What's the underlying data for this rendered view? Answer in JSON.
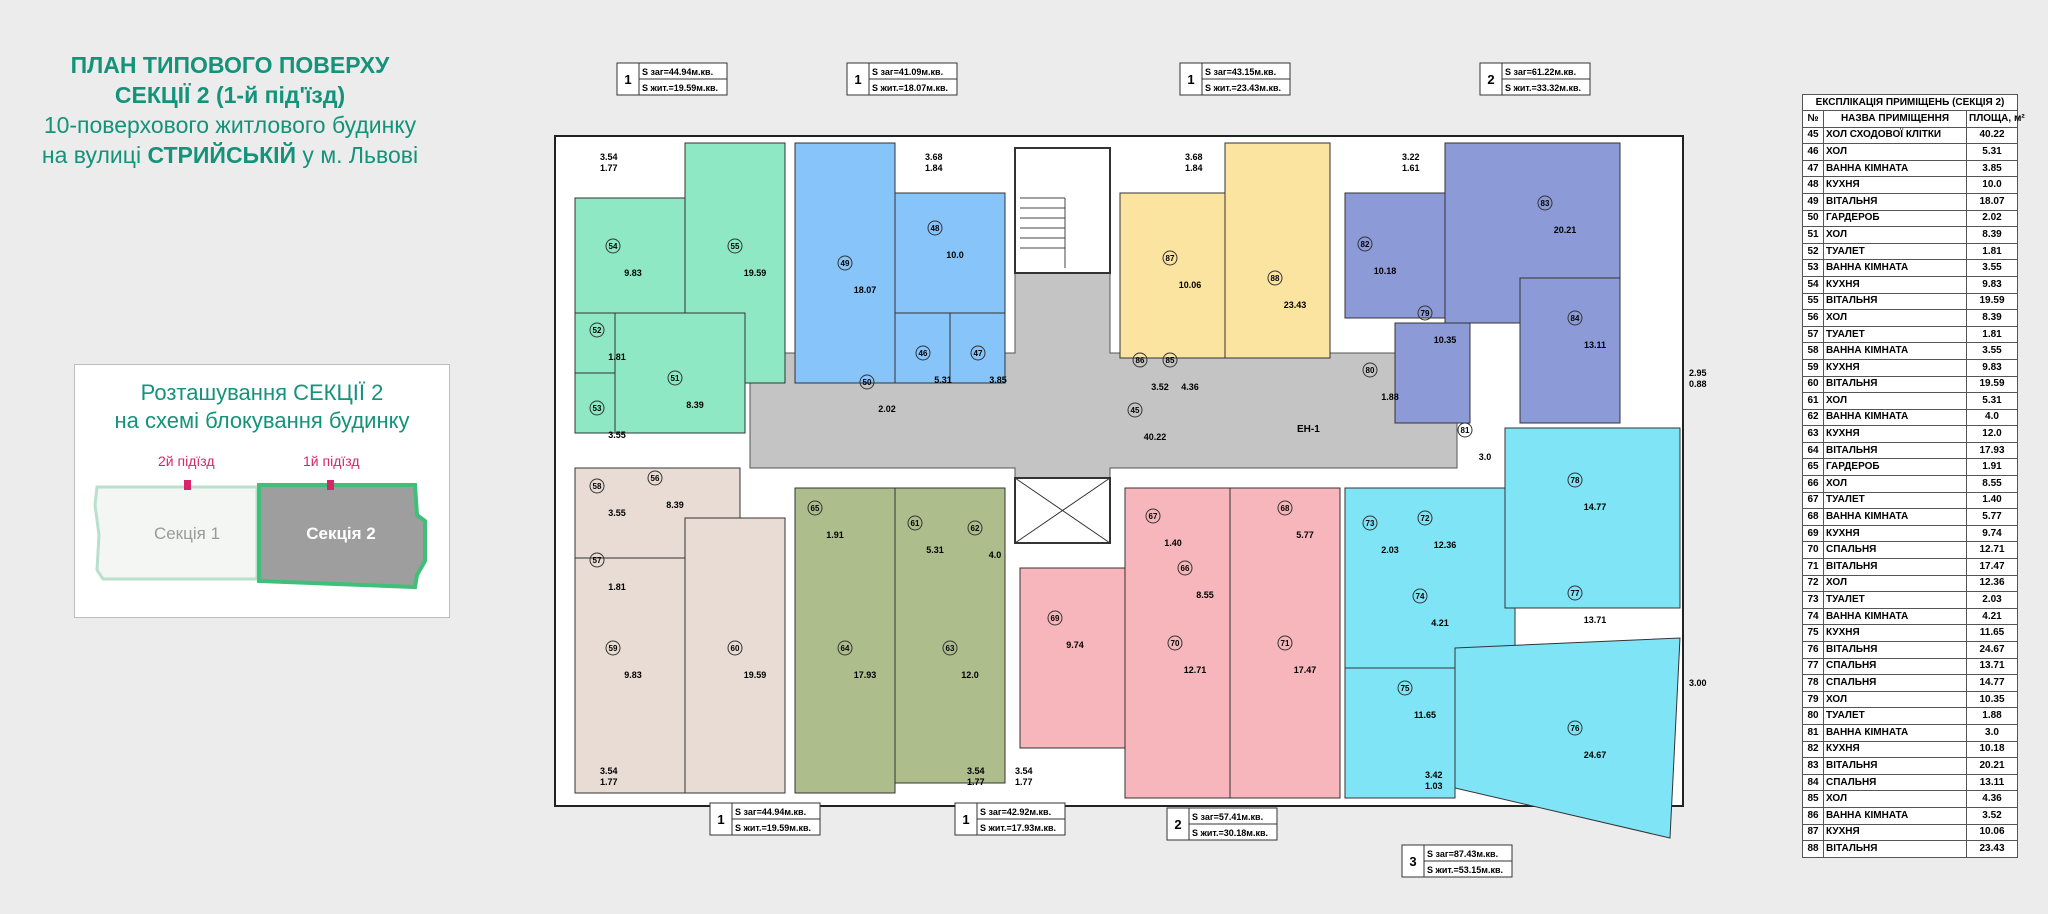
{
  "title": {
    "line1": "ПЛАН ТИПОВОГО ПОВЕРХУ",
    "line2": "СЕКЦІЇ 2  (1-й під'їзд)",
    "line3": "10-поверхового житлового будинку",
    "line4_pre": "на вулиці ",
    "line4_bold": "СТРИЙСЬКІЙ",
    "line4_post": " у м. Львові"
  },
  "location": {
    "title_line1": "Розташування СЕКЦІЇ 2",
    "title_line2": "на схемі блокування будинку",
    "entrance2": "2й підїзд",
    "entrance1": "1й підїзд",
    "section1": "Секція 1",
    "section2": "Секція 2"
  },
  "colors": {
    "teal": "#14937a",
    "green": "#8ee8c4",
    "blue": "#86c4fa",
    "yellow": "#fbe3a0",
    "purple": "#8c9bd8",
    "beige": "#e8dcd4",
    "olive": "#aebd8c",
    "pink": "#f6b6bb",
    "cyan": "#7fe4f6",
    "corridor": "#c4c4c4",
    "pink_accent": "#d8256a"
  },
  "plan": {
    "apartments": [
      {
        "rooms": "1",
        "total": "S заг=44.94м.кв.",
        "living": "S жит.=19.59м.кв."
      },
      {
        "rooms": "1",
        "total": "S заг=41.09м.кв.",
        "living": "S жит.=18.07м.кв."
      },
      {
        "rooms": "1",
        "total": "S заг=43.15м.кв.",
        "living": "S жит.=23.43м.кв."
      },
      {
        "rooms": "2",
        "total": "S заг=61.22м.кв.",
        "living": "S жит.=33.32м.кв."
      },
      {
        "rooms": "1",
        "total": "S заг=44.94м.кв.",
        "living": "S жит.=19.59м.кв."
      },
      {
        "rooms": "1",
        "total": "S заг=42.92м.кв.",
        "living": "S жит.=17.93м.кв."
      },
      {
        "rooms": "2",
        "total": "S заг=57.41м.кв.",
        "living": "S жит.=30.18м.кв."
      },
      {
        "rooms": "3",
        "total": "S заг=87.43м.кв.",
        "living": "S жит.=53.15м.кв."
      }
    ],
    "balconies": [
      {
        "a": "3.54",
        "b": "1.77"
      },
      {
        "a": "3.68",
        "b": "1.84"
      },
      {
        "a": "3.68",
        "b": "1.84"
      },
      {
        "a": "3.22",
        "b": "1.61"
      },
      {
        "a": "2.95",
        "b": "0.88"
      },
      {
        "a": "3.00",
        "b": ""
      },
      {
        "a": "3.42",
        "b": "1.03"
      },
      {
        "a": "3.54",
        "b": "1.77"
      },
      {
        "a": "3.54",
        "b": "1.77"
      },
      {
        "a": "3.54",
        "b": "1.77"
      }
    ],
    "elevator_label": "ЕН-1",
    "room_numbers": [
      "45",
      "46",
      "47",
      "48",
      "49",
      "50",
      "51",
      "52",
      "53",
      "54",
      "55",
      "56",
      "57",
      "58",
      "59",
      "60",
      "61",
      "62",
      "63",
      "64",
      "65",
      "66",
      "67",
      "68",
      "69",
      "70",
      "71",
      "72",
      "73",
      "74",
      "75",
      "76",
      "77",
      "78",
      "79",
      "80",
      "81",
      "82",
      "83",
      "84",
      "85",
      "86",
      "87",
      "88"
    ],
    "room_areas": [
      "40.22",
      "5.31",
      "3.85",
      "10.0",
      "18.07",
      "2.02",
      "8.39",
      "1.81",
      "3.55",
      "9.83",
      "19.59",
      "8.39",
      "1.81",
      "3.55",
      "9.83",
      "19.59",
      "5.31",
      "4.0",
      "12.0",
      "17.93",
      "1.91",
      "8.55",
      "1.40",
      "5.77",
      "9.74",
      "12.71",
      "17.47",
      "12.36",
      "2.03",
      "4.21",
      "11.65",
      "24.67",
      "13.71",
      "14.77",
      "10.35",
      "1.88",
      "3.0",
      "10.18",
      "20.21",
      "13.11",
      "4.36",
      "3.52",
      "10.06",
      "23.43"
    ]
  },
  "legend": {
    "caption": "ЕКСПЛІКАЦІЯ ПРИМІЩЕНЬ (СЕКЦІЯ 2)",
    "headers": [
      "№",
      "НАЗВА ПРИМІЩЕННЯ",
      "ПЛОЩА, м²"
    ],
    "rows": [
      [
        "45",
        "ХОЛ СХОДОВОЇ КЛІТКИ",
        "40.22"
      ],
      [
        "46",
        "ХОЛ",
        "5.31"
      ],
      [
        "47",
        "ВАННА КІМНАТА",
        "3.85"
      ],
      [
        "48",
        "КУХНЯ",
        "10.0"
      ],
      [
        "49",
        "ВІТАЛЬНЯ",
        "18.07"
      ],
      [
        "50",
        "ГАРДЕРОБ",
        "2.02"
      ],
      [
        "51",
        "ХОЛ",
        "8.39"
      ],
      [
        "52",
        "ТУАЛЕТ",
        "1.81"
      ],
      [
        "53",
        "ВАННА КІМНАТА",
        "3.55"
      ],
      [
        "54",
        "КУХНЯ",
        "9.83"
      ],
      [
        "55",
        "ВІТАЛЬНЯ",
        "19.59"
      ],
      [
        "56",
        "ХОЛ",
        "8.39"
      ],
      [
        "57",
        "ТУАЛЕТ",
        "1.81"
      ],
      [
        "58",
        "ВАННА КІМНАТА",
        "3.55"
      ],
      [
        "59",
        "КУХНЯ",
        "9.83"
      ],
      [
        "60",
        "ВІТАЛЬНЯ",
        "19.59"
      ],
      [
        "61",
        "ХОЛ",
        "5.31"
      ],
      [
        "62",
        "ВАННА КІМНАТА",
        "4.0"
      ],
      [
        "63",
        "КУХНЯ",
        "12.0"
      ],
      [
        "64",
        "ВІТАЛЬНЯ",
        "17.93"
      ],
      [
        "65",
        "ГАРДЕРОБ",
        "1.91"
      ],
      [
        "66",
        "ХОЛ",
        "8.55"
      ],
      [
        "67",
        "ТУАЛЕТ",
        "1.40"
      ],
      [
        "68",
        "ВАННА КІМНАТА",
        "5.77"
      ],
      [
        "69",
        "КУХНЯ",
        "9.74"
      ],
      [
        "70",
        "СПАЛЬНЯ",
        "12.71"
      ],
      [
        "71",
        "ВІТАЛЬНЯ",
        "17.47"
      ],
      [
        "72",
        "ХОЛ",
        "12.36"
      ],
      [
        "73",
        "ТУАЛЕТ",
        "2.03"
      ],
      [
        "74",
        "ВАННА КІМНАТА",
        "4.21"
      ],
      [
        "75",
        "КУХНЯ",
        "11.65"
      ],
      [
        "76",
        "ВІТАЛЬНЯ",
        "24.67"
      ],
      [
        "77",
        "СПАЛЬНЯ",
        "13.71"
      ],
      [
        "78",
        "СПАЛЬНЯ",
        "14.77"
      ],
      [
        "79",
        "ХОЛ",
        "10.35"
      ],
      [
        "80",
        "ТУАЛЕТ",
        "1.88"
      ],
      [
        "81",
        "ВАННА КІМНАТА",
        "3.0"
      ],
      [
        "82",
        "КУХНЯ",
        "10.18"
      ],
      [
        "83",
        "ВІТАЛЬНЯ",
        "20.21"
      ],
      [
        "84",
        "СПАЛЬНЯ",
        "13.11"
      ],
      [
        "85",
        "ХОЛ",
        "4.36"
      ],
      [
        "86",
        "ВАННА КІМНАТА",
        "3.52"
      ],
      [
        "87",
        "КУХНЯ",
        "10.06"
      ],
      [
        "88",
        "ВІТАЛЬНЯ",
        "23.43"
      ]
    ]
  }
}
